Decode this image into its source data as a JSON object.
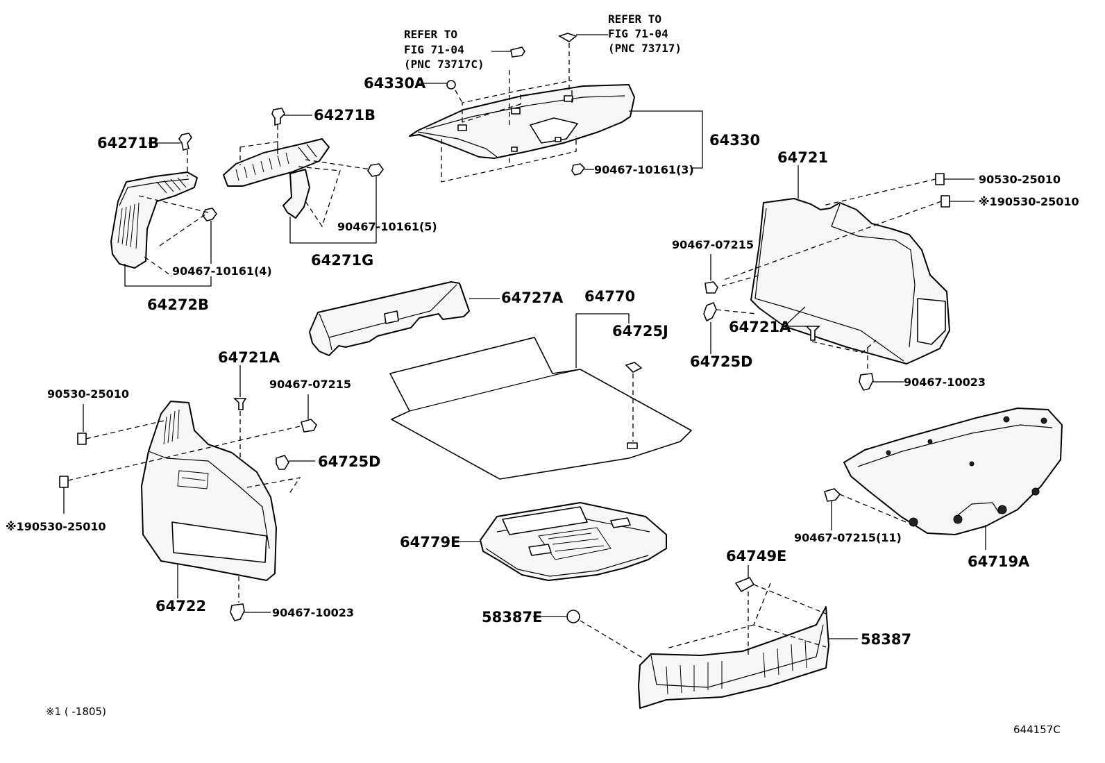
{
  "labels": {
    "refer_c_line1": "REFER TO",
    "refer_c_line2": "FIG 71-04",
    "refer_c_line3": "(PNC 73717C)",
    "refer_line1": "REFER TO",
    "refer_line2": "FIG 71-04",
    "refer_line3": "(PNC 73717)",
    "p64330A": "64330A",
    "p64330": "64330",
    "p90467_10161_3": "90467-10161(3)",
    "p64271B_left": "64271B",
    "p64271B_mid": "64271B",
    "p90467_10161_5": "90467-10161(5)",
    "p90467_10161_4": "90467-10161(4)",
    "p64271G": "64271G",
    "p64272B": "64272B",
    "p64727A": "64727A",
    "p64770": "64770",
    "p64725J": "64725J",
    "p64721": "64721",
    "p90530_25010_r": "90530-25010",
    "p190530_25010_r": "※190530-25010",
    "p90467_07215_r": "90467-07215",
    "p64721A_r": "64721A",
    "p64725D_r": "64725D",
    "p90467_10023_r": "90467-10023",
    "p64721A_l": "64721A",
    "p90530_25010_l": "90530-25010",
    "p90467_07215_l": "90467-07215",
    "p64725D_l": "64725D",
    "p190530_25010_l": "※190530-25010",
    "p64722": "64722",
    "p90467_10023_l": "90467-10023",
    "p64779E": "64779E",
    "p64749E": "64749E",
    "p58387E": "58387E",
    "p58387": "58387",
    "p90467_07215_11": "90467-07215(11)",
    "p64719A": "64719A",
    "footnote": "※1 (      -1805)",
    "figure_code": "644157C"
  }
}
